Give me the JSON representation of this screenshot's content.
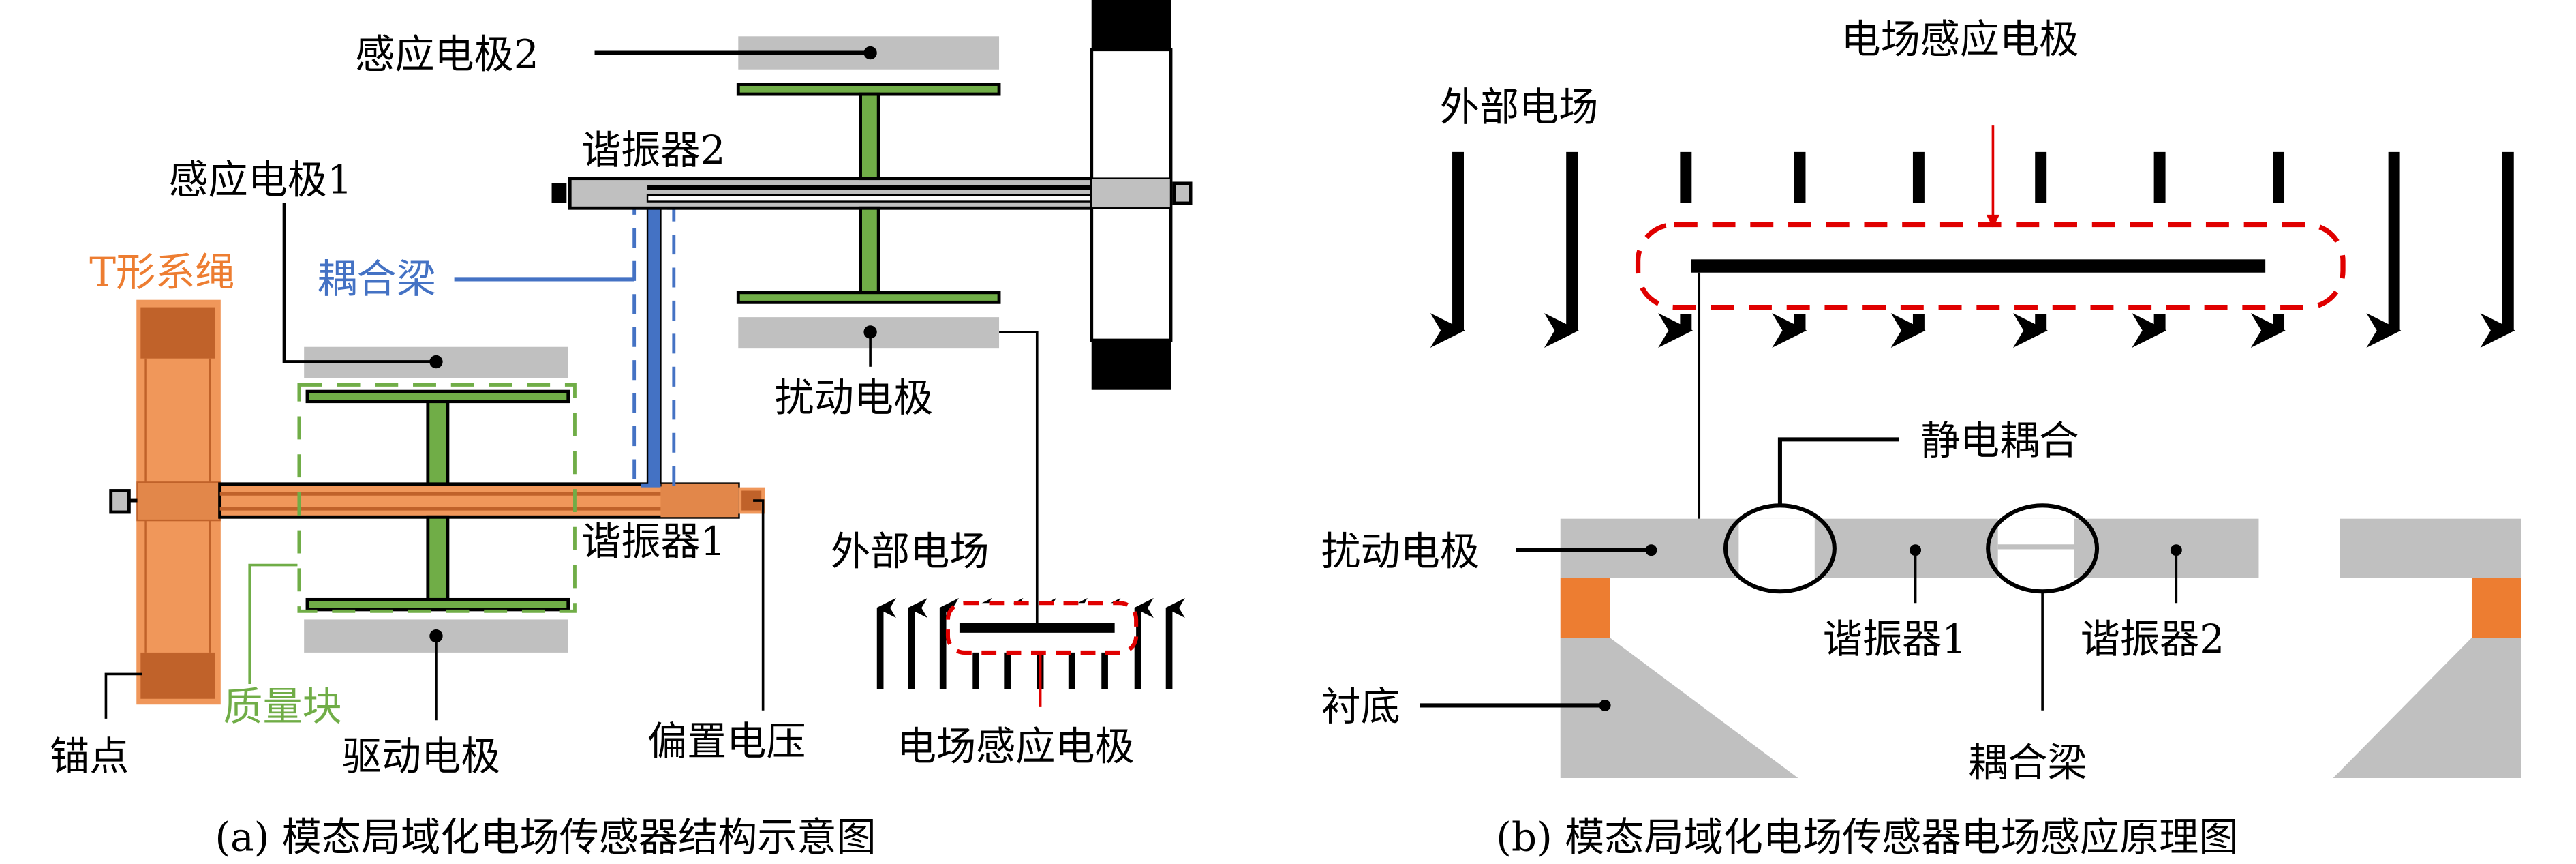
{
  "colors": {
    "tether": "#F0975A",
    "tether_dark": "#C0622A",
    "proof_mass": "#70AD47",
    "electrode": "#C0C0C0",
    "coupling_beam": "#4472C4",
    "field_electrode": "#E00000",
    "anchor_bright": "#ED7D31"
  },
  "panel_a": {
    "caption": "(a) 模态局域化电场传感器结构示意图",
    "labels": {
      "sense_electrode_2": "感应电极2",
      "resonator_2": "谐振器2",
      "sense_electrode_1": "感应电极1",
      "t_tether": "T形系绳",
      "coupling_beam": "耦合梁",
      "perturbation_electrode": "扰动电极",
      "resonator_1": "谐振器1",
      "external_field": "外部电场",
      "proof_mass": "质量块",
      "anchor": "锚点",
      "drive_electrode": "驱动电极",
      "bias_voltage": "偏置电压",
      "field_sense_electrode": "电场感应电极"
    }
  },
  "panel_b": {
    "caption": "(b) 模态局域化电场传感器电场感应原理图",
    "labels": {
      "field_sense_electrode": "电场感应电极",
      "external_field": "外部电场",
      "electrostatic_coupling": "静电耦合",
      "perturbation_electrode": "扰动电极",
      "resonator_1": "谐振器1",
      "resonator_2": "谐振器2",
      "substrate": "衬底",
      "coupling_beam": "耦合梁"
    }
  }
}
